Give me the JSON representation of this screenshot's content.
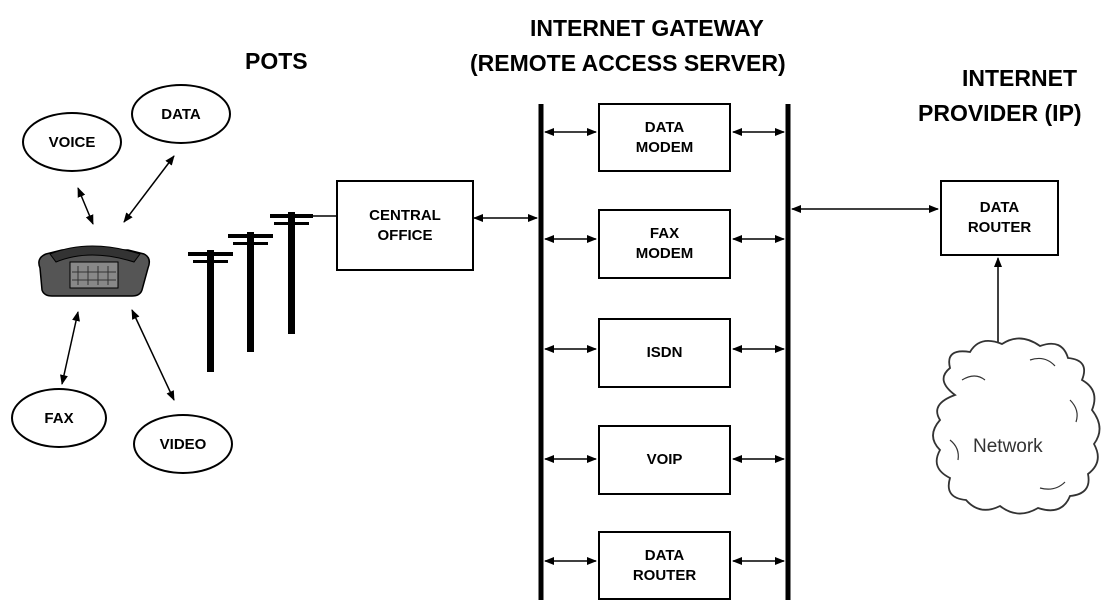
{
  "headings": {
    "pots": "POTS",
    "gateway_line1": "INTERNET GATEWAY",
    "gateway_line2": "(REMOTE ACCESS SERVER)",
    "provider_line1": "INTERNET",
    "provider_line2": "PROVIDER (IP)"
  },
  "endpoints": {
    "voice": "VOICE",
    "data": "DATA",
    "fax": "FAX",
    "video": "VIDEO"
  },
  "central_office": "CENTRAL\nOFFICE",
  "gateway_modules": [
    "DATA\nMODEM",
    "FAX\nMODEM",
    "ISDN",
    "VOIP",
    "DATA\nROUTER"
  ],
  "provider_router": "DATA\nROUTER",
  "cloud_label": "Network",
  "colors": {
    "line": "#000000",
    "phone_body": "#555555",
    "cloud_fill": "#ffffff"
  }
}
